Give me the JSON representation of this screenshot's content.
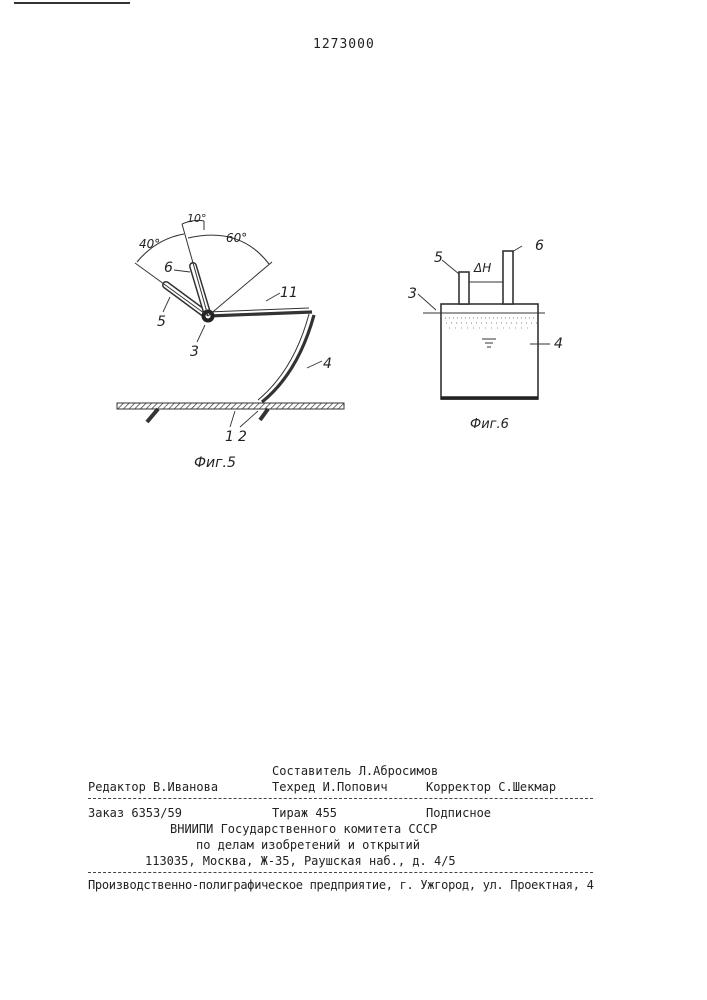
{
  "patent_number": "1273000",
  "fig5": {
    "caption": "Фиг.5",
    "angles": [
      "40°",
      "10°",
      "60°"
    ],
    "labels": [
      "6",
      "5",
      "3",
      "11",
      "4",
      "1",
      "2"
    ]
  },
  "fig6": {
    "caption": "Фиг.6",
    "labels": [
      "5",
      "ΔH",
      "6",
      "3",
      "4"
    ]
  },
  "imprint": {
    "compiler": "Составитель Л.Абросимов",
    "editor": "Редактор В.Иванова",
    "techred": "Техред И.Попович",
    "corrector": "Корректор С.Шекмар",
    "order": "Заказ 6353/59",
    "circulation": "Тираж 455",
    "subscription": "Подписное",
    "org1": "ВНИИПИ Государственного комитета СССР",
    "org2": "по делам изобретений и открытий",
    "address": "113035, Москва, Ж-35, Раушская наб., д. 4/5",
    "printer": "Производственно-полиграфическое предприятие, г. Ужгород, ул. Проектная, 4"
  }
}
